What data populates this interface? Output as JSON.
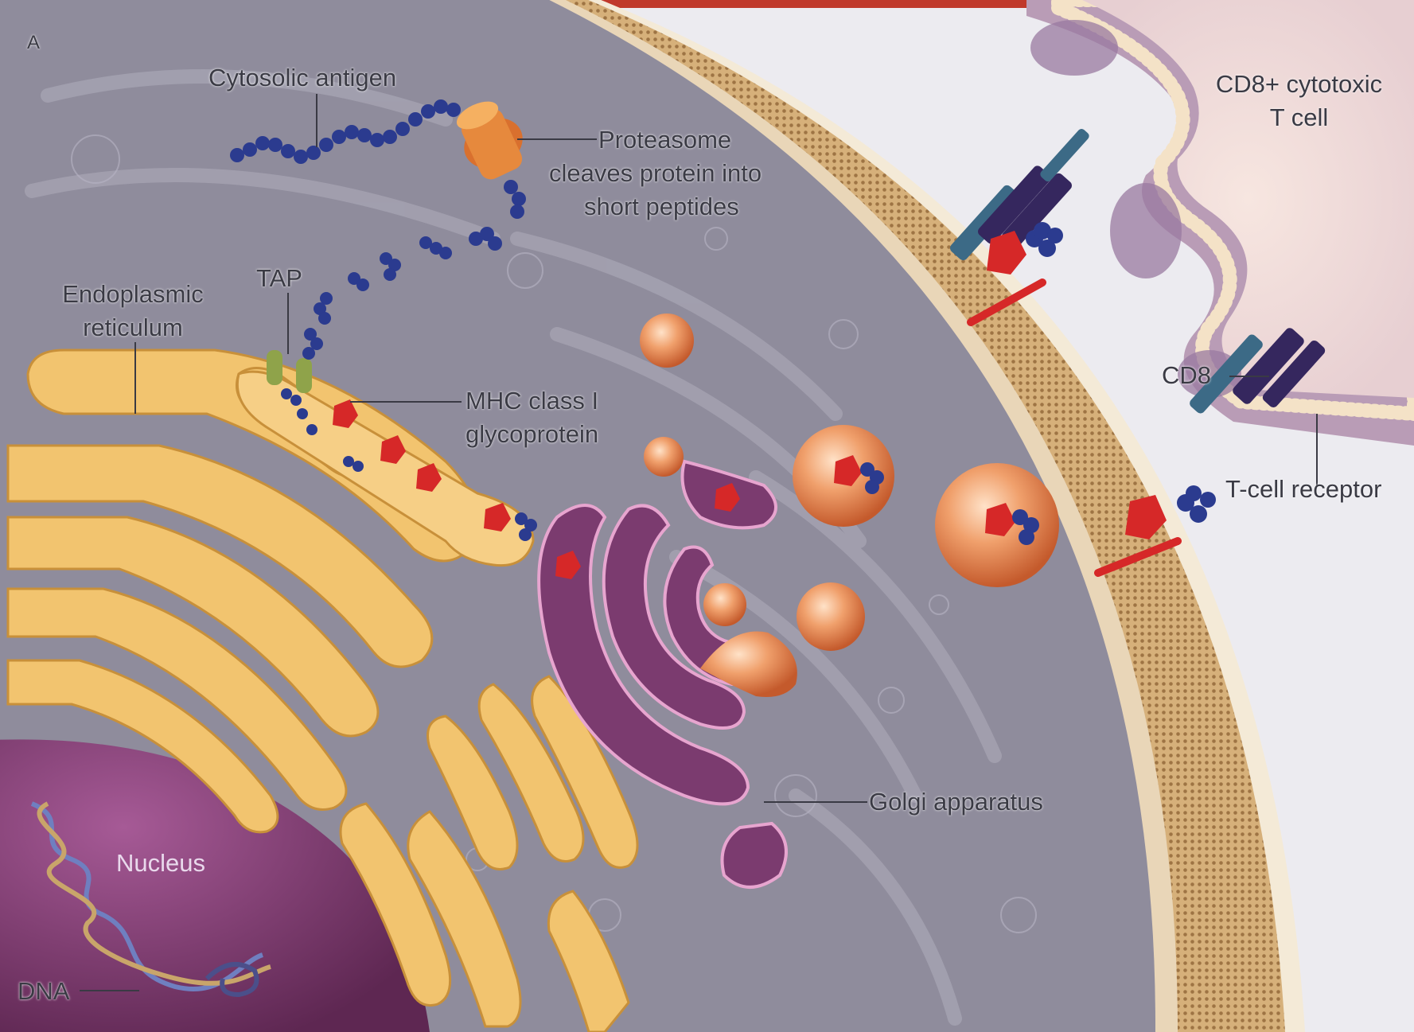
{
  "panel_letter": "A",
  "labels": {
    "cytosolic_antigen": "Cytosolic antigen",
    "proteasome": [
      "Proteasome",
      "cleaves protein into",
      "short peptides"
    ],
    "tap": "TAP",
    "endoplasmic_reticulum": [
      "Endoplasmic",
      "reticulum"
    ],
    "mhc_class_i": [
      "MHC class I",
      "glycoprotein"
    ],
    "cd8_cytotoxic_t_cell": [
      "CD8+ cytotoxic",
      "T cell"
    ],
    "cd8": "CD8",
    "t_cell_receptor": "T-cell receptor",
    "golgi_apparatus": "Golgi apparatus",
    "nucleus": "Nucleus",
    "dna": "DNA"
  },
  "colors": {
    "cytoplasm": "#8f8c9c",
    "er": "#f2c46f",
    "golgi": "#7b3b6f",
    "nucleus": "#7c3a70",
    "vesicle": "#e88a55",
    "mhc": "#d62828",
    "peptide": "#2b3b8f",
    "membrane": "#c89a5a",
    "t_cell": "#a98aa8",
    "tcr": "#35275e",
    "cd8_molecule": "#3c6a86",
    "tap": "#8fa34a"
  }
}
